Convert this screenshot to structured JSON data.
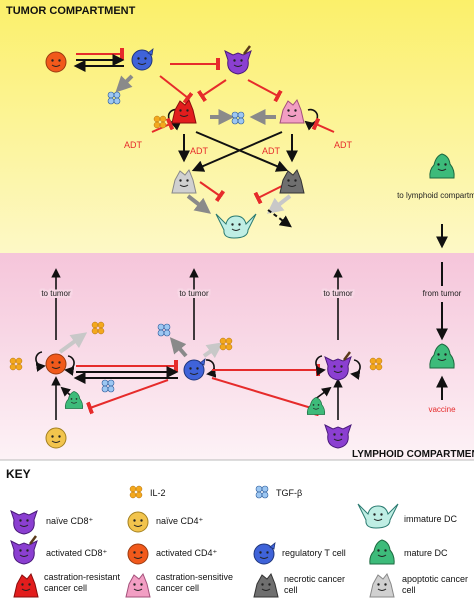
{
  "compartments": {
    "tumor": "TUMOR COMPARTMENT",
    "lymphoid": "LYMPHOID COMPARTMENT"
  },
  "labels": {
    "adt": "ADT",
    "to_tumor": "to tumor",
    "from_tumor": "from tumor",
    "to_lymphoid": "to lymphoid compartment",
    "vaccine": "vaccine"
  },
  "key": {
    "title": "KEY",
    "il2": "IL-2",
    "tgfb": "TGF-β",
    "naive_cd8": "naïve CD8⁺",
    "naive_cd4": "naïve CD4⁺",
    "immature_dc": "immature DC",
    "activated_cd8": "activated CD8⁺",
    "activated_cd4": "activated CD4⁺",
    "treg": "regulatory T cell",
    "mature_dc": "mature DC",
    "castration_resistant": "castration-resistant cancer cell",
    "castration_sensitive": "castration-sensitive cancer cell",
    "necrotic": "necrotic cancer cell",
    "apoptotic": "apoptotic cancer cell"
  },
  "colors": {
    "tumor_bg_top": "#fbf06a",
    "tumor_bg_bottom": "#fdf8c2",
    "lymphoid_bg_top": "#f6c9dd",
    "lymphoid_bg_bottom": "#fdf0f4",
    "inhibition": "#e62b2b",
    "activation": "#111111",
    "secretion": "#8a8a8a",
    "cd8": "#8b3fd1",
    "cd4_active": "#f1591b",
    "cd4_naive": "#f2c44d",
    "treg": "#3f63d9",
    "dc_mature": "#3dbb7a",
    "dc_immature": "#bfeee4",
    "resistant": "#e21d1d",
    "sensitive": "#f29ec3",
    "necrotic": "#6f6f6f",
    "apoptotic": "#c4c4c4"
  }
}
